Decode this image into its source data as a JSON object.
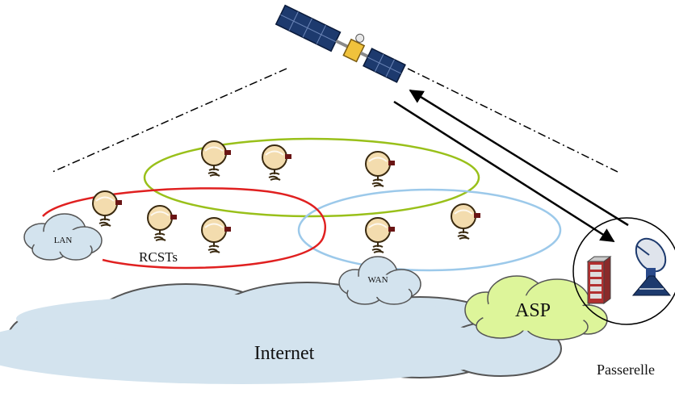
{
  "labels": {
    "lan": "LAN",
    "rcsts": "RCSTs",
    "wan": "WAN",
    "asp": "ASP",
    "internet": "Internet",
    "gateway": "Passerelle"
  },
  "colors": {
    "green_group": "#99c01a",
    "red_group": "#e02020",
    "blue_group": "#9cc9ea",
    "cloud_fill": "#d3e3ee",
    "asp_fill": "#ddf59a",
    "satellite_panel": "#1d3a6e"
  },
  "icons": {
    "satellite": "satellite-icon",
    "terminal": "satellite-terminal-icon",
    "dish": "satellite-dish-icon",
    "server": "server-rack-icon",
    "cloud": "cloud-icon"
  }
}
